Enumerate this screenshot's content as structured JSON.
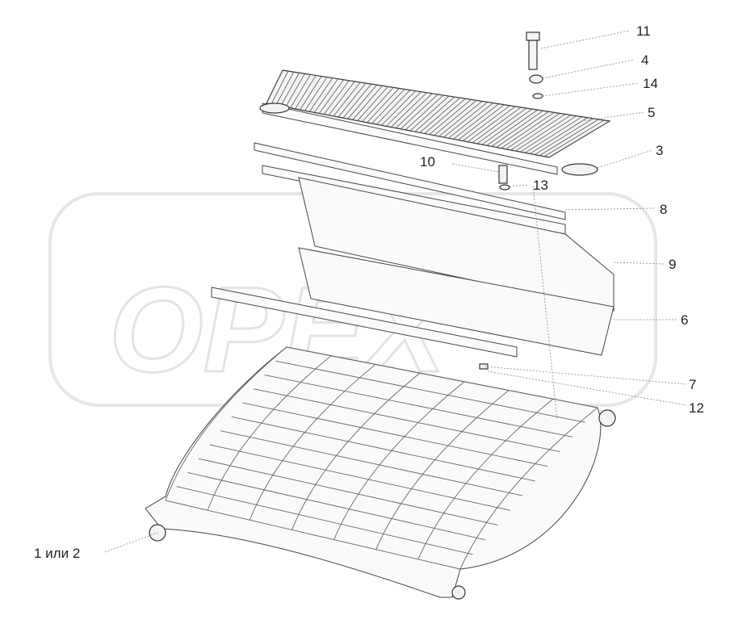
{
  "watermark": {
    "text": "OPEX"
  },
  "callouts": [
    {
      "id": "label-11",
      "text": "11"
    },
    {
      "id": "label-4",
      "text": "4"
    },
    {
      "id": "label-14",
      "text": "14"
    },
    {
      "id": "label-5",
      "text": "5"
    },
    {
      "id": "label-3",
      "text": "3"
    },
    {
      "id": "label-10",
      "text": "10"
    },
    {
      "id": "label-13",
      "text": "13"
    },
    {
      "id": "label-8",
      "text": "8"
    },
    {
      "id": "label-9",
      "text": "9"
    },
    {
      "id": "label-6",
      "text": "6"
    },
    {
      "id": "label-7",
      "text": "7"
    },
    {
      "id": "label-12",
      "text": "12"
    },
    {
      "id": "label-1-or-2",
      "text": "1 или 2"
    }
  ]
}
